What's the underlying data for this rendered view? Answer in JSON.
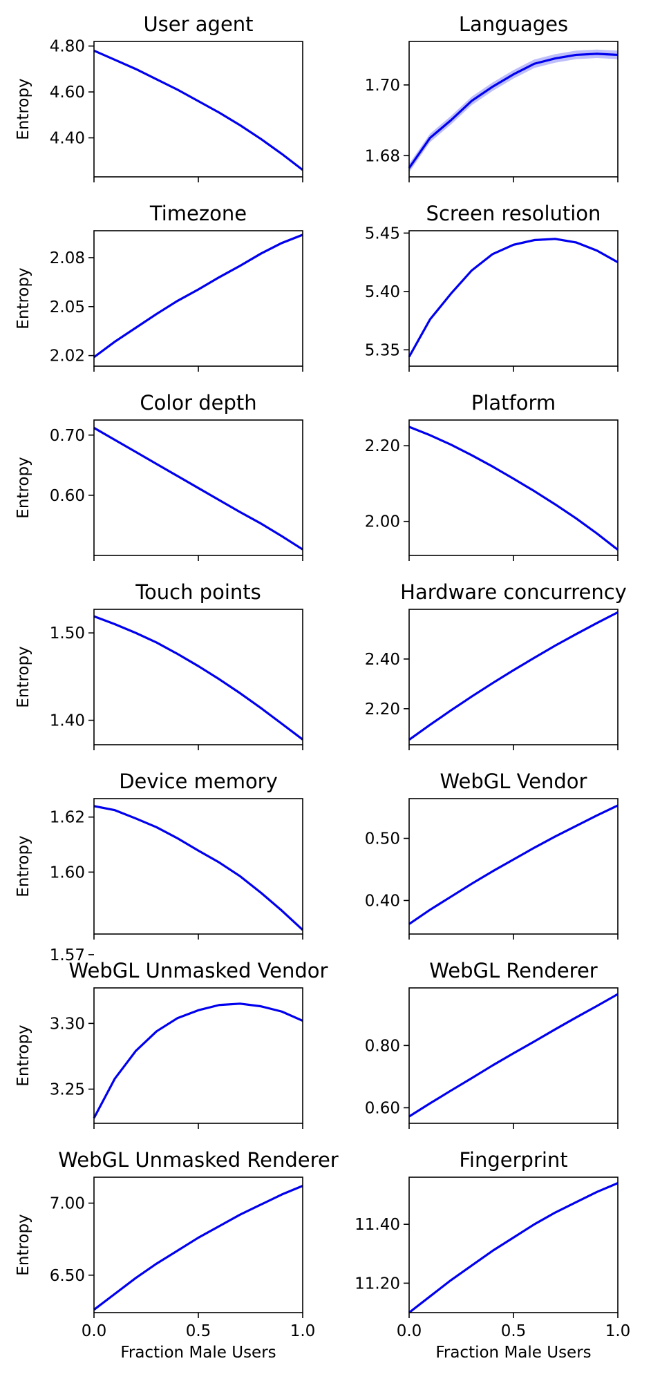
{
  "figure": {
    "line_color": "#0000ee",
    "band_color": "#6f6ff5",
    "axis_color": "#000000",
    "background": "#ffffff",
    "ylabel": "Entropy",
    "xlabel": "Fraction Male Users",
    "xticks": [
      "0.0",
      "0.5",
      "1.0"
    ]
  },
  "chart_data": [
    {
      "type": "line",
      "title": "User agent",
      "ylabel": "Entropy",
      "xlabel": "",
      "x": [
        0,
        0.1,
        0.2,
        0.3,
        0.4,
        0.5,
        0.6,
        0.7,
        0.8,
        0.9,
        1.0
      ],
      "y": [
        4.78,
        4.74,
        4.7,
        4.655,
        4.61,
        4.56,
        4.51,
        4.455,
        4.395,
        4.33,
        4.26
      ],
      "ylim": [
        4.23,
        4.82
      ],
      "yticks": [
        "4.80",
        "4.60",
        "4.40"
      ],
      "band": 0,
      "xtick_labels": false
    },
    {
      "type": "line",
      "title": "Languages",
      "ylabel": "",
      "xlabel": "",
      "x": [
        0,
        0.1,
        0.2,
        0.3,
        0.4,
        0.5,
        0.6,
        0.7,
        0.8,
        0.9,
        1.0
      ],
      "y": [
        1.6765,
        1.685,
        1.69,
        1.6955,
        1.6995,
        1.703,
        1.706,
        1.7075,
        1.7085,
        1.7088,
        1.7085
      ],
      "ylim": [
        1.674,
        1.7123
      ],
      "yticks": [
        "1.70",
        "1.68"
      ],
      "band": 0.0012,
      "xtick_labels": false
    },
    {
      "type": "line",
      "title": "Timezone",
      "ylabel": "Entropy",
      "xlabel": "",
      "x": [
        0,
        0.1,
        0.2,
        0.3,
        0.4,
        0.5,
        0.6,
        0.7,
        0.8,
        0.9,
        1.0
      ],
      "y": [
        2.019,
        2.0285,
        2.037,
        2.0455,
        2.0535,
        2.0605,
        2.068,
        2.075,
        2.0825,
        2.089,
        2.094
      ],
      "ylim": [
        2.0135,
        2.0965
      ],
      "yticks": [
        "2.08",
        "2.05",
        "2.02"
      ],
      "band": 0.0008,
      "xtick_labels": false
    },
    {
      "type": "line",
      "title": "Screen resolution",
      "ylabel": "",
      "xlabel": "",
      "x": [
        0,
        0.1,
        0.2,
        0.3,
        0.4,
        0.5,
        0.6,
        0.7,
        0.8,
        0.9,
        1.0
      ],
      "y": [
        5.344,
        5.376,
        5.398,
        5.418,
        5.432,
        5.44,
        5.444,
        5.445,
        5.442,
        5.435,
        5.425
      ],
      "ylim": [
        5.336,
        5.452
      ],
      "yticks": [
        "5.45",
        "5.40",
        "5.35"
      ],
      "band": 0.001,
      "xtick_labels": false
    },
    {
      "type": "line",
      "title": "Color depth",
      "ylabel": "Entropy",
      "xlabel": "",
      "x": [
        0,
        0.1,
        0.2,
        0.3,
        0.4,
        0.5,
        0.6,
        0.7,
        0.8,
        0.9,
        1.0
      ],
      "y": [
        0.712,
        0.692,
        0.672,
        0.652,
        0.632,
        0.612,
        0.592,
        0.572,
        0.553,
        0.532,
        0.51
      ],
      "ylim": [
        0.5,
        0.725
      ],
      "yticks": [
        "0.70",
        "0.60"
      ],
      "band": 0,
      "xtick_labels": false
    },
    {
      "type": "line",
      "title": "Platform",
      "ylabel": "",
      "xlabel": "",
      "x": [
        0,
        0.1,
        0.2,
        0.3,
        0.4,
        0.5,
        0.6,
        0.7,
        0.8,
        0.9,
        1.0
      ],
      "y": [
        2.25,
        2.228,
        2.203,
        2.175,
        2.145,
        2.113,
        2.08,
        2.045,
        2.008,
        1.968,
        1.925
      ],
      "ylim": [
        1.91,
        2.268
      ],
      "yticks": [
        "2.20",
        "2.00"
      ],
      "band": 0,
      "xtick_labels": false
    },
    {
      "type": "line",
      "title": "Touch points",
      "ylabel": "Entropy",
      "xlabel": "",
      "x": [
        0,
        0.1,
        0.2,
        0.3,
        0.4,
        0.5,
        0.6,
        0.7,
        0.8,
        0.9,
        1.0
      ],
      "y": [
        1.519,
        1.51,
        1.5,
        1.489,
        1.476,
        1.462,
        1.447,
        1.431,
        1.414,
        1.396,
        1.378
      ],
      "ylim": [
        1.372,
        1.527
      ],
      "yticks": [
        "1.50",
        "1.40"
      ],
      "band": 0,
      "xtick_labels": false
    },
    {
      "type": "line",
      "title": "Hardware concurrency",
      "ylabel": "",
      "xlabel": "",
      "x": [
        0,
        0.1,
        0.2,
        0.3,
        0.4,
        0.5,
        0.6,
        0.7,
        0.8,
        0.9,
        1.0
      ],
      "y": [
        2.075,
        2.135,
        2.193,
        2.249,
        2.303,
        2.355,
        2.405,
        2.454,
        2.5,
        2.545,
        2.588
      ],
      "ylim": [
        2.055,
        2.6
      ],
      "yticks": [
        "2.40",
        "2.20"
      ],
      "band": 0,
      "xtick_labels": false
    },
    {
      "type": "line",
      "title": "Device memory",
      "ylabel": "Entropy",
      "xlabel": "",
      "x": [
        0,
        0.1,
        0.2,
        0.3,
        0.4,
        0.5,
        0.6,
        0.7,
        0.8,
        0.9,
        1.0
      ],
      "y": [
        1.624,
        1.6225,
        1.6195,
        1.6163,
        1.6123,
        1.6078,
        1.6035,
        1.5985,
        1.5925,
        1.586,
        1.579
      ],
      "ylim": [
        1.5775,
        1.6267
      ],
      "yticks": [
        "1.62",
        "1.60",
        "1.57"
      ],
      "band": 0.0004,
      "xtick_labels": false
    },
    {
      "type": "line",
      "title": "WebGL Vendor",
      "ylabel": "",
      "xlabel": "",
      "x": [
        0,
        0.1,
        0.2,
        0.3,
        0.4,
        0.5,
        0.6,
        0.7,
        0.8,
        0.9,
        1.0
      ],
      "y": [
        0.362,
        0.385,
        0.406,
        0.427,
        0.447,
        0.466,
        0.485,
        0.503,
        0.52,
        0.537,
        0.553
      ],
      "ylim": [
        0.346,
        0.564
      ],
      "yticks": [
        "0.50",
        "0.40"
      ],
      "band": 0,
      "xtick_labels": false
    },
    {
      "type": "line",
      "title": "WebGL Unmasked Vendor",
      "ylabel": "Entropy",
      "xlabel": "",
      "x": [
        0,
        0.1,
        0.2,
        0.3,
        0.4,
        0.5,
        0.6,
        0.7,
        0.8,
        0.9,
        1.0
      ],
      "y": [
        3.228,
        3.258,
        3.279,
        3.294,
        3.304,
        3.31,
        3.314,
        3.315,
        3.313,
        3.309,
        3.302
      ],
      "ylim": [
        3.224,
        3.327
      ],
      "yticks": [
        "3.30",
        "3.25"
      ],
      "band": 0.0005,
      "xtick_labels": false
    },
    {
      "type": "line",
      "title": "WebGL Renderer",
      "ylabel": "",
      "xlabel": "",
      "x": [
        0,
        0.1,
        0.2,
        0.3,
        0.4,
        0.5,
        0.6,
        0.7,
        0.8,
        0.9,
        1.0
      ],
      "y": [
        0.572,
        0.614,
        0.655,
        0.695,
        0.736,
        0.775,
        0.813,
        0.852,
        0.89,
        0.927,
        0.965
      ],
      "ylim": [
        0.55,
        0.985
      ],
      "yticks": [
        "0.80",
        "0.60"
      ],
      "band": 0,
      "xtick_labels": false
    },
    {
      "type": "line",
      "title": "WebGL Unmasked Renderer",
      "ylabel": "Entropy",
      "xlabel": "Fraction Male Users",
      "x": [
        0,
        0.1,
        0.2,
        0.3,
        0.4,
        0.5,
        0.6,
        0.7,
        0.8,
        0.9,
        1.0
      ],
      "y": [
        6.26,
        6.37,
        6.48,
        6.58,
        6.67,
        6.76,
        6.84,
        6.92,
        6.99,
        7.06,
        7.12
      ],
      "ylim": [
        6.24,
        7.18
      ],
      "yticks": [
        "7.00",
        "6.50"
      ],
      "band": 0,
      "xtick_labels": true
    },
    {
      "type": "line",
      "title": "Fingerprint",
      "ylabel": "",
      "xlabel": "Fraction Male Users",
      "x": [
        0,
        0.1,
        0.2,
        0.3,
        0.4,
        0.5,
        0.6,
        0.7,
        0.8,
        0.9,
        1.0
      ],
      "y": [
        11.1,
        11.155,
        11.21,
        11.26,
        11.31,
        11.355,
        11.4,
        11.44,
        11.475,
        11.51,
        11.54
      ],
      "ylim": [
        11.1,
        11.56
      ],
      "yticks": [
        "11.40",
        "11.20"
      ],
      "band": 0,
      "xtick_labels": true
    }
  ]
}
